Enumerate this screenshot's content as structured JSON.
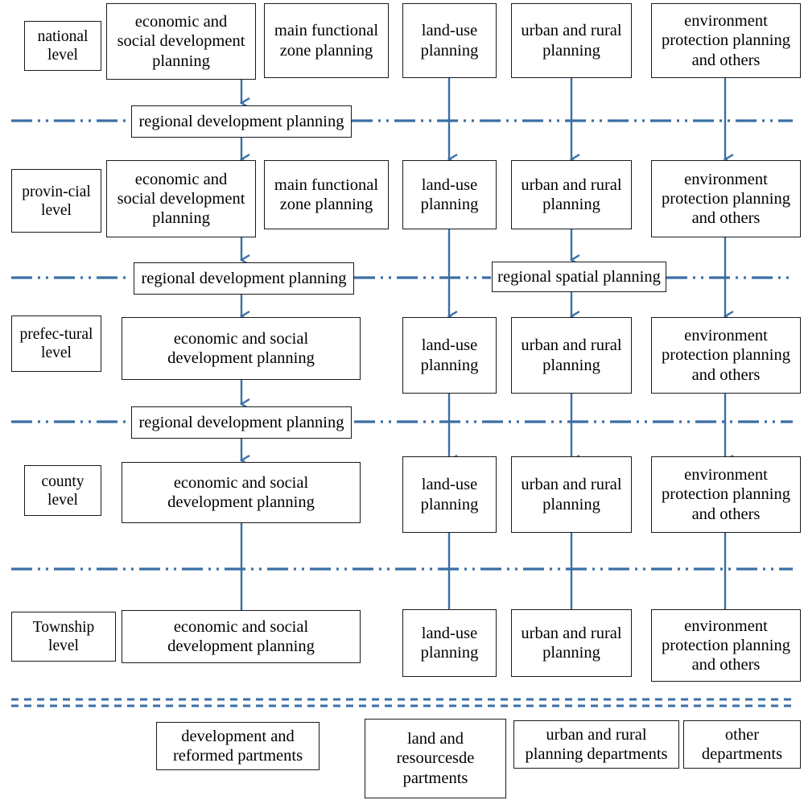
{
  "diagram": {
    "title": "Chinese multi-level planning system hierarchy",
    "accent_color": "#3A6FA5",
    "box_border_color": "#1a1a1a",
    "background": "#ffffff"
  },
  "level_labels": [
    {
      "id": "national",
      "text": "national\nlevel"
    },
    {
      "id": "provincial",
      "text": "provin-cial\nlevel"
    },
    {
      "id": "prefectural",
      "text": "prefec-tural\nlevel"
    },
    {
      "id": "county",
      "text": "county\nlevel"
    },
    {
      "id": "township",
      "text": "Township\nlevel"
    }
  ],
  "rows": {
    "national": {
      "economic": "economic and\nsocial development\nplanning",
      "main_functional": "main functional\nzone planning",
      "land_use": "land-use\nplanning",
      "urban_rural": "urban and rural\nplanning",
      "environment": "environment\nprotection planning\nand others"
    },
    "provincial": {
      "economic": "economic and\nsocial development\nplanning",
      "main_functional": "main functional\nzone planning",
      "land_use": "land-use\nplanning",
      "urban_rural": "urban and rural\nplanning",
      "environment": "environment\nprotection planning\nand others"
    },
    "prefectural": {
      "economic": "economic and social\ndevelopment planning",
      "land_use": "land-use\nplanning",
      "urban_rural": "urban and rural\nplanning",
      "environment": "environment\nprotection planning\nand others"
    },
    "county": {
      "economic": "economic and social\ndevelopment planning",
      "land_use": "land-use\nplanning",
      "urban_rural": "urban and rural\nplanning",
      "environment": "environment\nprotection planning\nand others"
    },
    "township": {
      "economic": "economic and social\ndevelopment planning",
      "land_use": "land-use\nplanning",
      "urban_rural": "urban and rural\nplanning",
      "environment": "environment\nprotection planning\nand others"
    }
  },
  "regional_boxes": {
    "rdp_national": "regional  development planning",
    "rdp_provincial": "regional  development planning",
    "rsp_provincial": "regional spatial planning",
    "rdp_prefectural": "regional  development planning"
  },
  "departments": [
    {
      "id": "development-reform",
      "text": "development and\nreformed partments"
    },
    {
      "id": "land-resources",
      "text": "land and\nresourcesde\npartments"
    },
    {
      "id": "urban-rural-planning",
      "text": "urban and rural\nplanning departments"
    },
    {
      "id": "other",
      "text": "other\ndepartments"
    }
  ]
}
